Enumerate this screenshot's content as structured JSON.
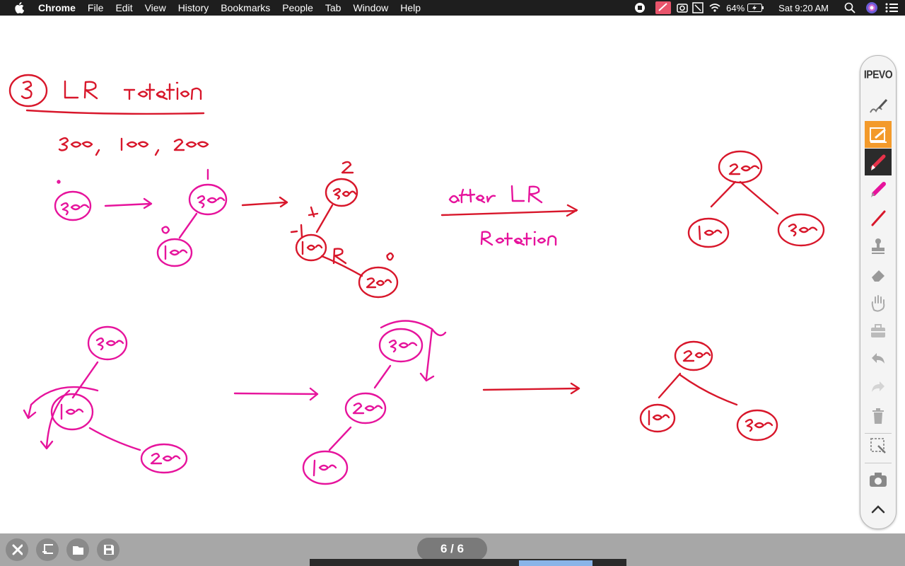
{
  "menubar": {
    "app_name": "Chrome",
    "menus": [
      "File",
      "Edit",
      "View",
      "History",
      "Bookmarks",
      "People",
      "Tab",
      "Window",
      "Help"
    ],
    "battery": "64%",
    "clock": "Sat 9:20 AM",
    "status_icons": [
      "record-icon",
      "notes-icon",
      "screenshot-icon",
      "window-icon",
      "wifi-icon",
      "battery-icon",
      "search-icon",
      "siri-icon",
      "menu-list-icon"
    ]
  },
  "palette": {
    "brand": "IPEVO",
    "tools": [
      "brush-icon",
      "annotate-icon",
      "red-pen-icon",
      "highlighter-icon",
      "line-icon",
      "stamp-icon",
      "eraser-icon",
      "hand-icon",
      "toolbox-icon",
      "undo-icon",
      "redo-icon",
      "trash-icon",
      "capture-area-icon",
      "camera-icon",
      "collapse-icon"
    ]
  },
  "bottom_bar": {
    "buttons": [
      "close-icon",
      "add-page-icon",
      "open-folder-icon",
      "save-icon"
    ],
    "page_indicator": "6 / 6"
  },
  "colors": {
    "ink_red": "#d8172b",
    "ink_magenta": "#e6139c",
    "menubar_bg": "#1e1e1e",
    "bottombar_bg": "#a7a7a7",
    "palette_selected": "#f39a2b",
    "thumb_active": "#8ab4e8"
  }
}
